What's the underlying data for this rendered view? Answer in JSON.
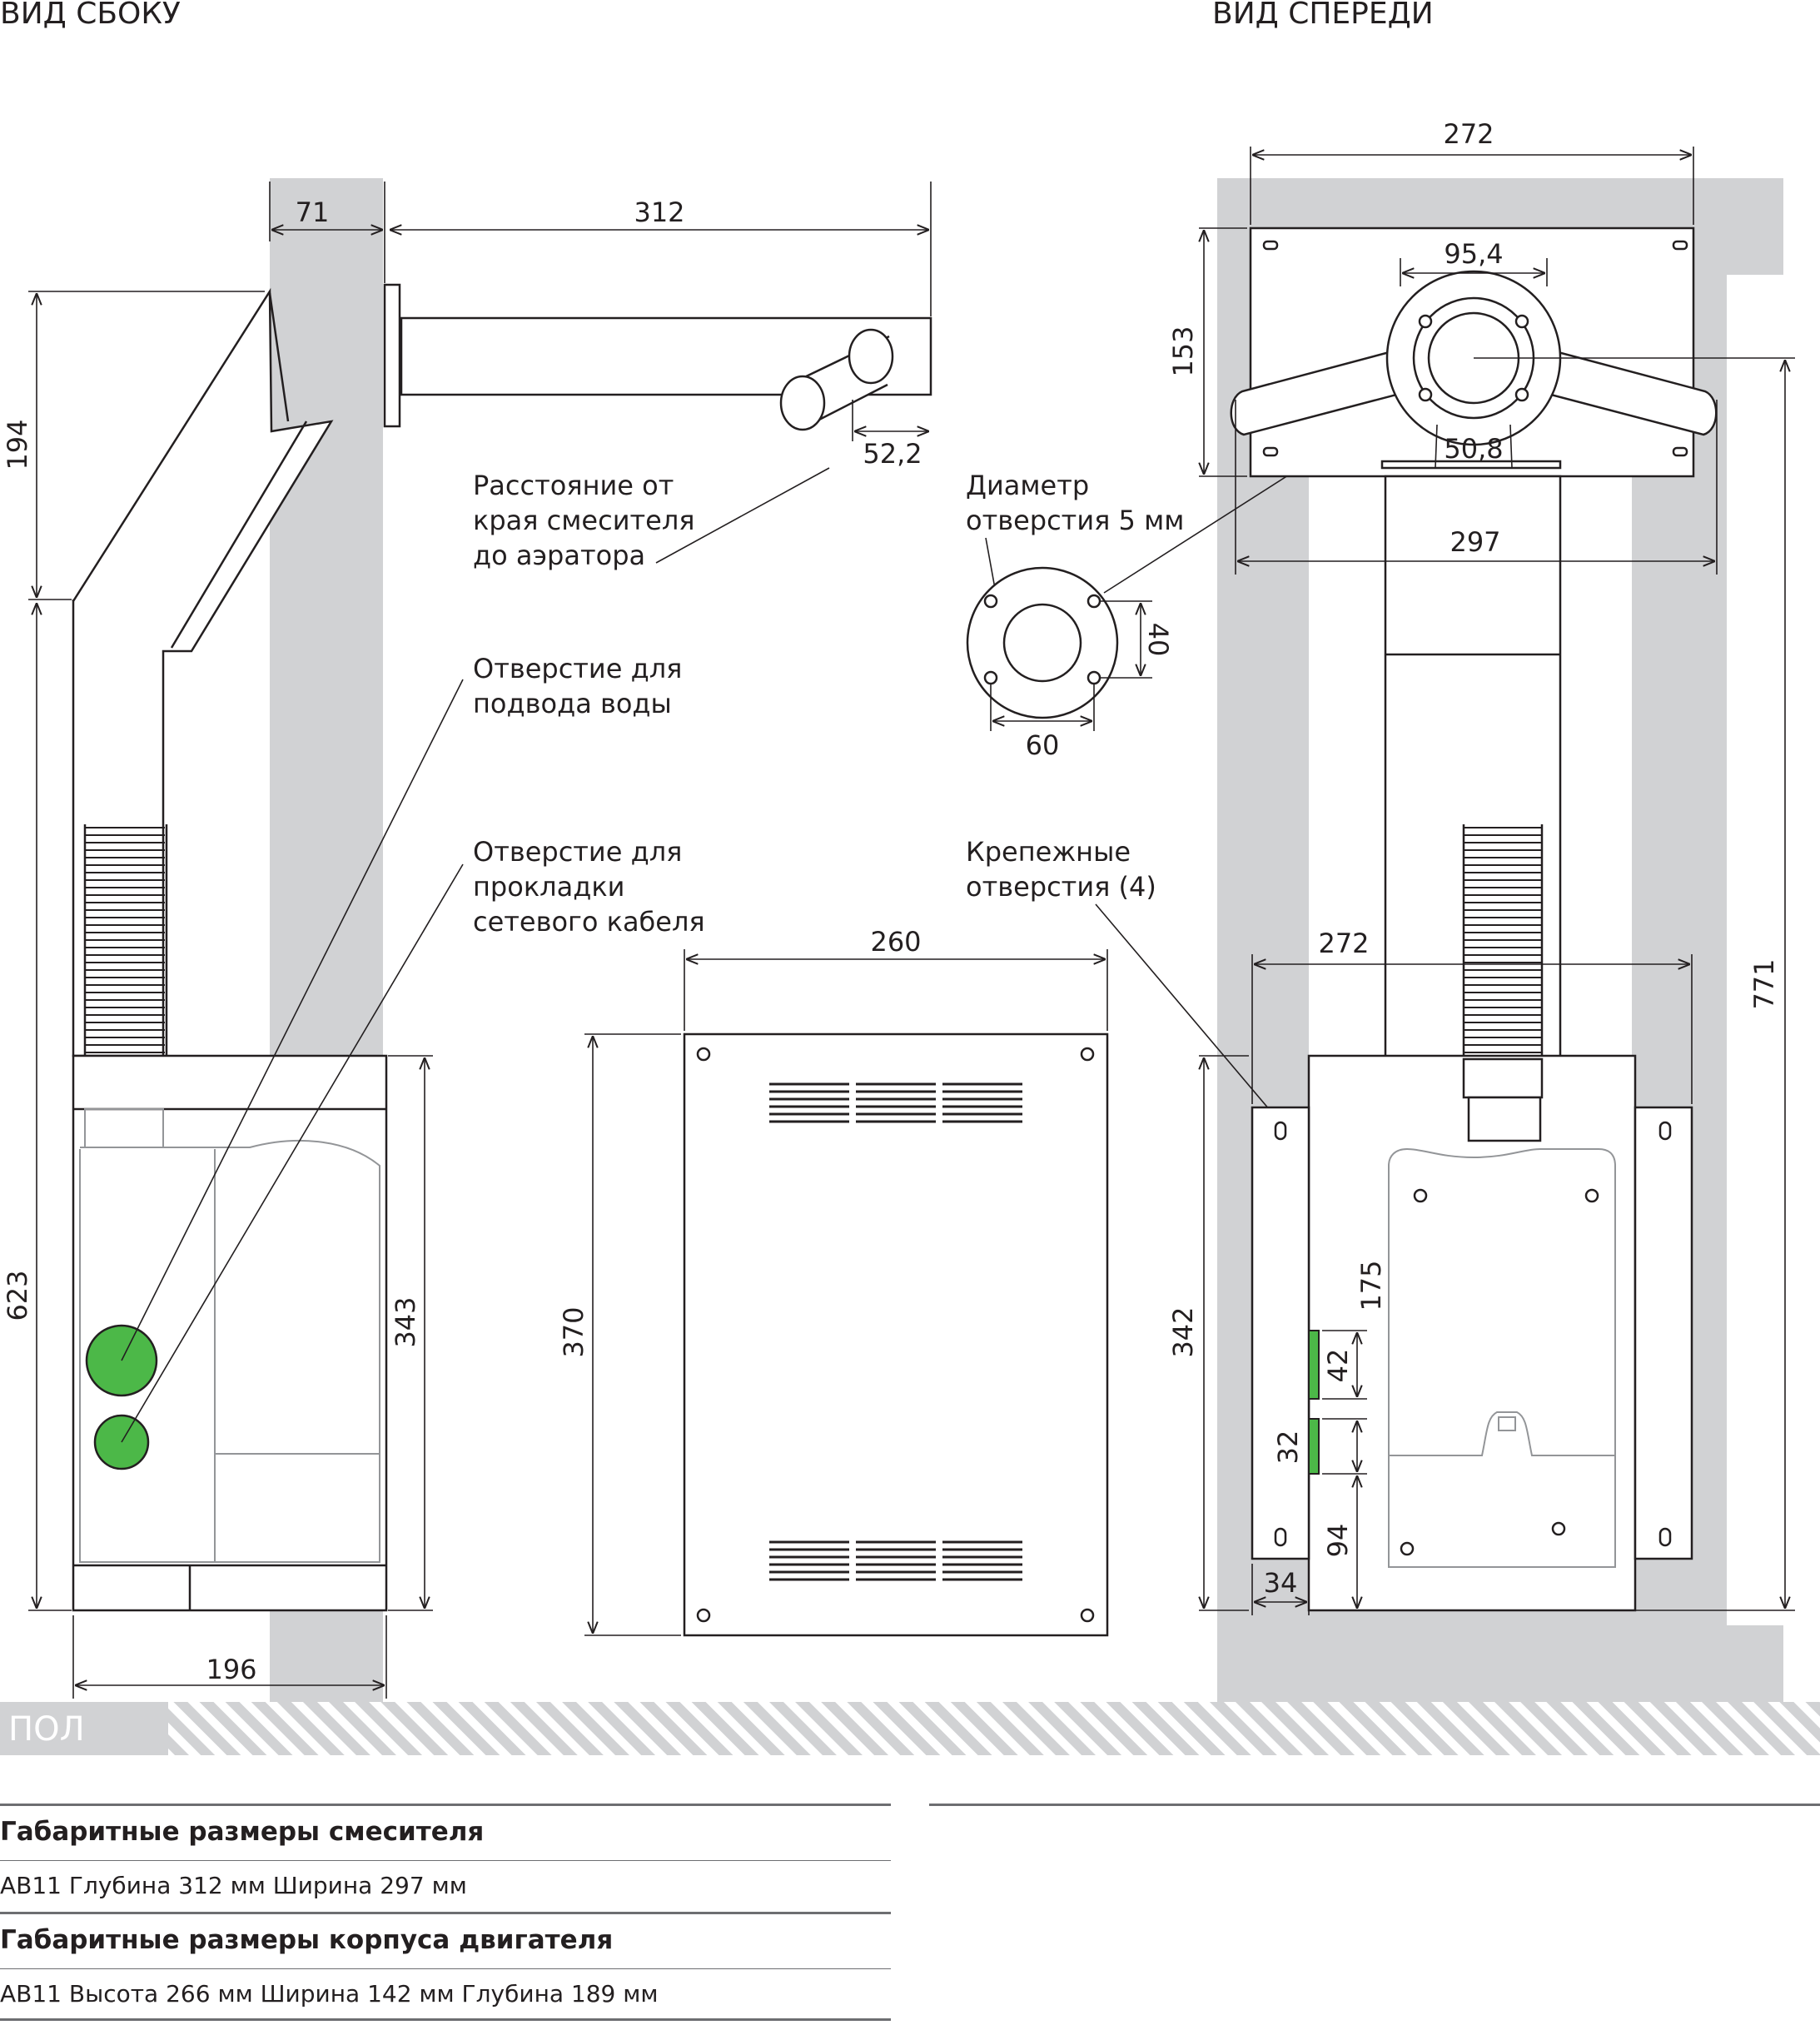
{
  "views": {
    "side": "ВИД СБОКУ",
    "front": "ВИД СПЕРЕДИ",
    "floor": "ПОЛ"
  },
  "dimensions": {
    "side_wall_depth": "71",
    "side_spout_depth": "312",
    "side_upper_height": "194",
    "side_aerator_offset": "52,2",
    "side_total_height": "623",
    "side_box_height": "343",
    "side_width": "196",
    "flange_outer": "60",
    "flange_inner": "40",
    "panel_width": "260",
    "panel_height": "370",
    "front_plate_width": "272",
    "front_plate_height": "153",
    "front_flange_diameter": "95,4",
    "front_flange_inner": "50,8",
    "front_spout_width": "297",
    "front_total_height": "771",
    "front_bracket_width": "272",
    "front_box_height": "342",
    "front_offset_175": "175",
    "front_hole_42": "42",
    "front_hole_32": "32",
    "front_offset_94": "94",
    "front_bracket_34": "34"
  },
  "annotations": {
    "aerator": [
      "Расстояние от",
      "края смесителя",
      "до аэратора"
    ],
    "water": [
      "Отверстие для",
      "подвода воды"
    ],
    "cable": [
      "Отверстие для",
      "прокладки",
      "сетевого кабеля"
    ],
    "hole_diameter": [
      "Диаметр",
      "отверстия 5 мм"
    ],
    "mounting": [
      "Крепежные",
      "отверстия (4)"
    ]
  },
  "table": {
    "mixer_title": "Габаритные размеры смесителя",
    "mixer_row": "AB11 Глубина 312 мм  Ширина 297 мм",
    "motor_title": "Габаритные размеры корпуса двигателя",
    "motor_row": "AB11 Высота 266 мм  Ширина 142 мм  Глубина 189 мм"
  },
  "colors": {
    "wall": "#d1d2d4",
    "line": "#231f20",
    "accent_green": "#4cb848",
    "floor_hatch": "#d1d2d4"
  }
}
